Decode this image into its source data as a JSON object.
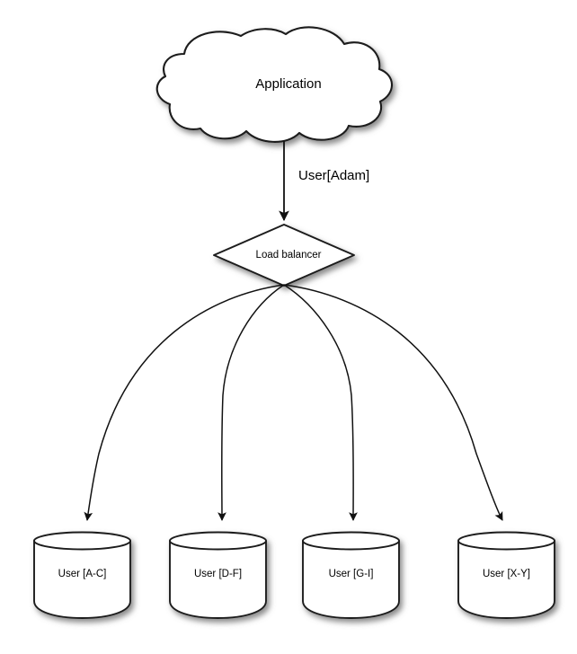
{
  "diagram": {
    "type": "architecture-flow-diagram",
    "background_color": "#ffffff",
    "stroke_color": "#1a1a1a",
    "fill_color": "#ffffff",
    "text_color": "#000000",
    "source": {
      "shape": "cloud",
      "label": "Application"
    },
    "router": {
      "shape": "diamond",
      "label": "Load balancer"
    },
    "source_to_router_edge": {
      "label": "User[Adam]",
      "arrow": "down"
    },
    "shards": [
      {
        "shape": "cylinder",
        "label": "User [A-C]"
      },
      {
        "shape": "cylinder",
        "label": "User [D-F]"
      },
      {
        "shape": "cylinder",
        "label": "User [G-I]"
      },
      {
        "shape": "cylinder",
        "label": "User [X-Y]"
      }
    ]
  }
}
